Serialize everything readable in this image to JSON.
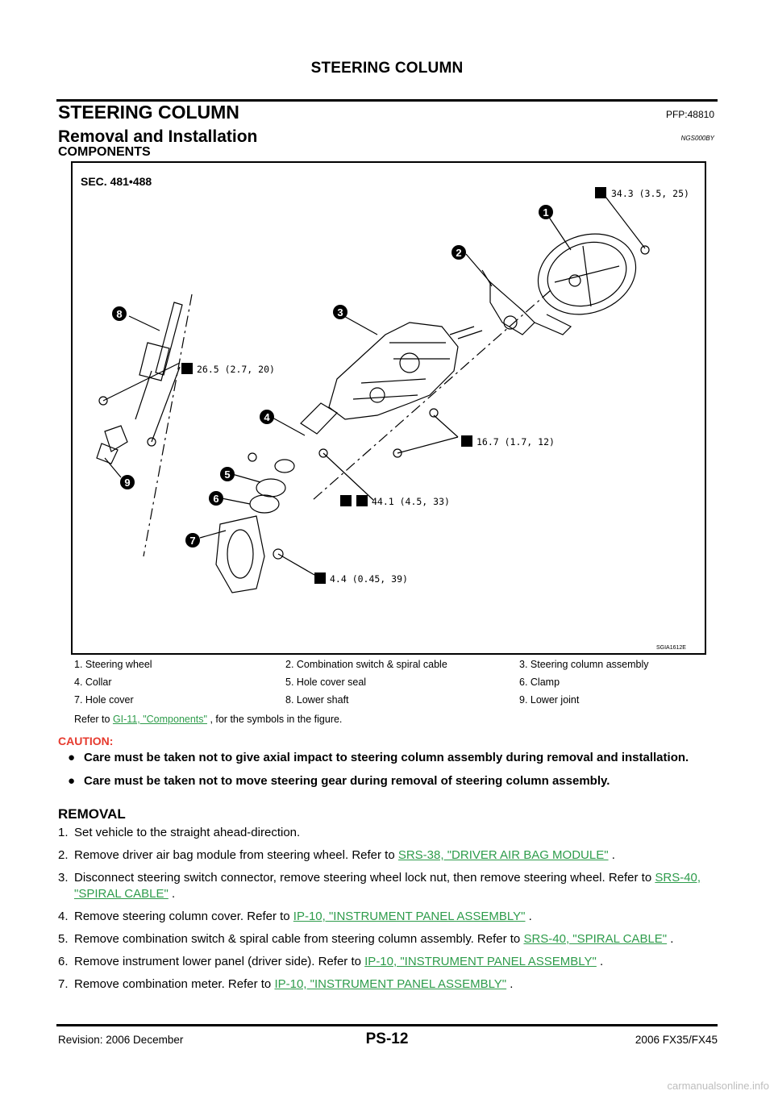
{
  "header": {
    "title": "STEERING COLUMN"
  },
  "section": {
    "title": "STEERING COLUMN",
    "code": "PFP:48810"
  },
  "subsection": {
    "title": "Removal and Installation",
    "code": "NGS000BY"
  },
  "components_heading": "COMPONENTS",
  "figure": {
    "sec": "SEC. 481•488",
    "code": "SGIA1612E",
    "callouts": [
      "1",
      "2",
      "3",
      "4",
      "5",
      "6",
      "7",
      "8",
      "9"
    ],
    "torques": {
      "t1": "34.3 (3.5, 25)",
      "t2": "26.5 (2.7, 20)",
      "t3": "16.7 (1.7, 12)",
      "t4": "44.1 (4.5, 33)",
      "t5": "4.4 (0.45, 39)"
    }
  },
  "legend": [
    [
      "1.  Steering wheel",
      "2.  Combination switch & spiral cable",
      "3.  Steering column assembly"
    ],
    [
      "4.  Collar",
      "5.  Hole cover seal",
      "6.  Clamp"
    ],
    [
      "7.  Hole cover",
      "8.  Lower shaft",
      "9.  Lower joint"
    ]
  ],
  "refer": {
    "prefix": "Refer to ",
    "link": "GI-11, \"Components\"",
    "suffix": " , for the symbols in the figure."
  },
  "caution": {
    "label": "CAUTION:",
    "bullet": "●",
    "items": [
      "Care must be taken not to give axial impact to steering column assembly during removal and installation.",
      "Care must be taken not to move steering gear during removal of steering column assembly."
    ]
  },
  "removal": {
    "heading": "REMOVAL",
    "steps": [
      {
        "num": "1.",
        "text": "Set vehicle to the straight ahead-direction.",
        "link": "",
        "after": ""
      },
      {
        "num": "2.",
        "text": "Remove driver air bag module from steering wheel. Refer to ",
        "link": "SRS-38, \"DRIVER AIR BAG MODULE\"",
        "after": " ."
      },
      {
        "num": "3.",
        "text": "Disconnect steering switch connector, remove steering wheel lock nut, then remove steering wheel. Refer to ",
        "link": "SRS-40, \"SPIRAL CABLE\"",
        "after": " ."
      },
      {
        "num": "4.",
        "text": "Remove steering column cover. Refer to ",
        "link": "IP-10, \"INSTRUMENT PANEL ASSEMBLY\"",
        "after": " ."
      },
      {
        "num": "5.",
        "text": "Remove combination switch & spiral cable from steering column assembly. Refer to ",
        "link": "SRS-40, \"SPIRAL CABLE\"",
        "after": " ."
      },
      {
        "num": "6.",
        "text": "Remove instrument lower panel (driver side). Refer to ",
        "link": "IP-10, \"INSTRUMENT PANEL ASSEMBLY\"",
        "after": " ."
      },
      {
        "num": "7.",
        "text": "Remove combination meter. Refer to ",
        "link": "IP-10, \"INSTRUMENT PANEL ASSEMBLY\"",
        "after": " ."
      }
    ]
  },
  "footer": {
    "left": "Revision: 2006 December",
    "center": "PS-12",
    "right": "2006 FX35/FX45"
  },
  "watermark": "carmanualsonline.info"
}
